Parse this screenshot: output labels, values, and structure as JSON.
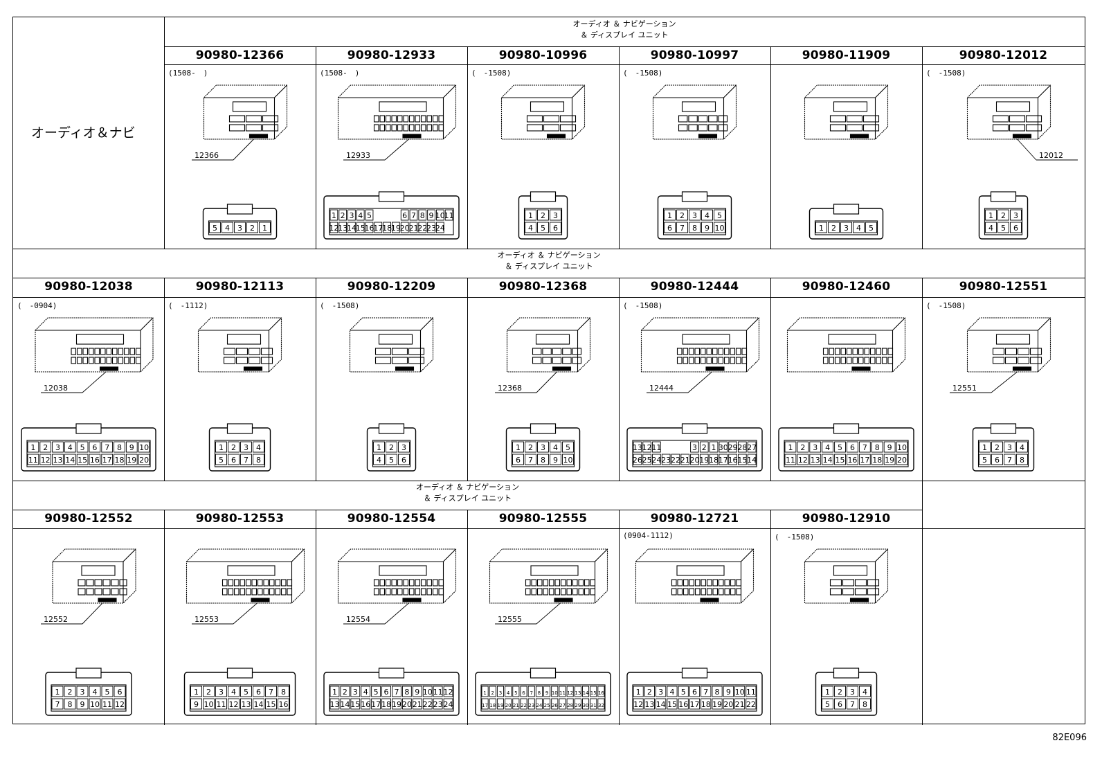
{
  "side_label": "オーディオ＆ナビ",
  "group_label_line1": "オーディオ ＆ ナビゲーション",
  "group_label_line2": "＆ ディスプレイ ユニット",
  "drawing_code": "82E096",
  "rows": [
    {
      "cells": [
        {
          "part": "",
          "date": "",
          "callout": "",
          "pins": []
        },
        {
          "part": "90980-12366",
          "date": "(1508-　)",
          "callout": "12366",
          "pins": [
            "5",
            "4",
            "3",
            "2",
            "1"
          ]
        },
        {
          "part": "90980-12933",
          "date": "(1508-　)",
          "callout": "12933",
          "pins": [
            "1",
            "2",
            "3",
            "4",
            "5",
            "",
            "",
            "",
            "6",
            "7",
            "8",
            "9",
            "10",
            "11",
            "12",
            "13",
            "14",
            "15",
            "16",
            "17",
            "18",
            "19",
            "20",
            "21",
            "22",
            "23",
            "24"
          ]
        },
        {
          "part": "90980-10996",
          "date": "(　-1508)",
          "callout": "",
          "pins": [
            "1",
            "2",
            "3",
            "4",
            "5",
            "6"
          ]
        },
        {
          "part": "90980-10997",
          "date": "(　-1508)",
          "callout": "",
          "pins": [
            "1",
            "2",
            "3",
            "4",
            "5",
            "6",
            "7",
            "8",
            "9",
            "10"
          ]
        },
        {
          "part": "90980-11909",
          "date": "",
          "callout": "",
          "pins": [
            "1",
            "2",
            "3",
            "4",
            "5"
          ]
        },
        {
          "part": "90980-12012",
          "date": "(　-1508)",
          "callout": "12012",
          "pins": [
            "1",
            "2",
            "3",
            "4",
            "5",
            "6"
          ]
        }
      ]
    },
    {
      "cells": [
        {
          "part": "90980-12038",
          "date": "(　-0904)",
          "callout": "12038",
          "pins": [
            "1",
            "2",
            "3",
            "4",
            "5",
            "6",
            "7",
            "8",
            "9",
            "10",
            "11",
            "12",
            "13",
            "14",
            "15",
            "16",
            "17",
            "18",
            "19",
            "20"
          ]
        },
        {
          "part": "90980-12113",
          "date": "(　-1112)",
          "callout": "",
          "pins": [
            "1",
            "2",
            "3",
            "4",
            "5",
            "6",
            "7",
            "8"
          ]
        },
        {
          "part": "90980-12209",
          "date": "(　-1508)",
          "callout": "",
          "pins": [
            "1",
            "2",
            "3",
            "4",
            "5",
            "6"
          ]
        },
        {
          "part": "90980-12368",
          "date": "",
          "callout": "12368",
          "pins": [
            "1",
            "2",
            "3",
            "4",
            "5",
            "6",
            "7",
            "8",
            "9",
            "10"
          ]
        },
        {
          "part": "90980-12444",
          "date": "(　-1508)",
          "callout": "12444",
          "pins": [
            "13",
            "12",
            "11",
            "",
            "",
            "",
            "3",
            "2",
            "1",
            "30",
            "29",
            "28",
            "27",
            "26",
            "25",
            "24",
            "23",
            "22",
            "21",
            "20",
            "19",
            "18",
            "17",
            "16",
            "15",
            "14"
          ]
        },
        {
          "part": "90980-12460",
          "date": "",
          "callout": "",
          "pins": [
            "1",
            "2",
            "3",
            "4",
            "5",
            "6",
            "7",
            "8",
            "9",
            "10",
            "11",
            "12",
            "13",
            "14",
            "15",
            "16",
            "17",
            "18",
            "19",
            "20"
          ]
        },
        {
          "part": "90980-12551",
          "date": "(　-1508)",
          "callout": "12551",
          "pins": [
            "1",
            "2",
            "3",
            "4",
            "5",
            "6",
            "7",
            "8"
          ]
        }
      ]
    },
    {
      "cells": [
        {
          "part": "90980-12552",
          "date": "",
          "callout": "12552",
          "pins": [
            "1",
            "2",
            "3",
            "4",
            "5",
            "6",
            "7",
            "8",
            "9",
            "10",
            "11",
            "12"
          ]
        },
        {
          "part": "90980-12553",
          "date": "",
          "callout": "12553",
          "pins": [
            "1",
            "2",
            "3",
            "4",
            "5",
            "6",
            "7",
            "8",
            "9",
            "10",
            "11",
            "12",
            "13",
            "14",
            "15",
            "16"
          ]
        },
        {
          "part": "90980-12554",
          "date": "",
          "callout": "12554",
          "pins": [
            "1",
            "2",
            "3",
            "4",
            "5",
            "6",
            "7",
            "8",
            "9",
            "10",
            "11",
            "12",
            "13",
            "14",
            "15",
            "16",
            "17",
            "18",
            "19",
            "20",
            "21",
            "22",
            "23",
            "24"
          ]
        },
        {
          "part": "90980-12555",
          "date": "",
          "callout": "12555",
          "pins": [
            "1",
            "2",
            "3",
            "4",
            "5",
            "6",
            "7",
            "8",
            "9",
            "10",
            "11",
            "12",
            "13",
            "14",
            "15",
            "16",
            "17",
            "18",
            "19",
            "20",
            "21",
            "22",
            "23",
            "24",
            "25",
            "26",
            "27",
            "28",
            "29",
            "30",
            "31",
            "32"
          ]
        },
        {
          "part": "90980-12721",
          "date": "(0904-1112)",
          "callout": "",
          "pins": [
            "1",
            "2",
            "3",
            "4",
            "5",
            "6",
            "7",
            "8",
            "9",
            "10",
            "11",
            "12",
            "13",
            "14",
            "15",
            "16",
            "17",
            "18",
            "19",
            "20",
            "21",
            "22"
          ]
        },
        {
          "part": "90980-12910",
          "date": "(　-1508)",
          "callout": "",
          "pins": [
            "1",
            "2",
            "3",
            "4",
            "5",
            "6",
            "7",
            "8"
          ]
        },
        {
          "part": "",
          "date": "",
          "callout": "",
          "pins": []
        }
      ]
    }
  ]
}
